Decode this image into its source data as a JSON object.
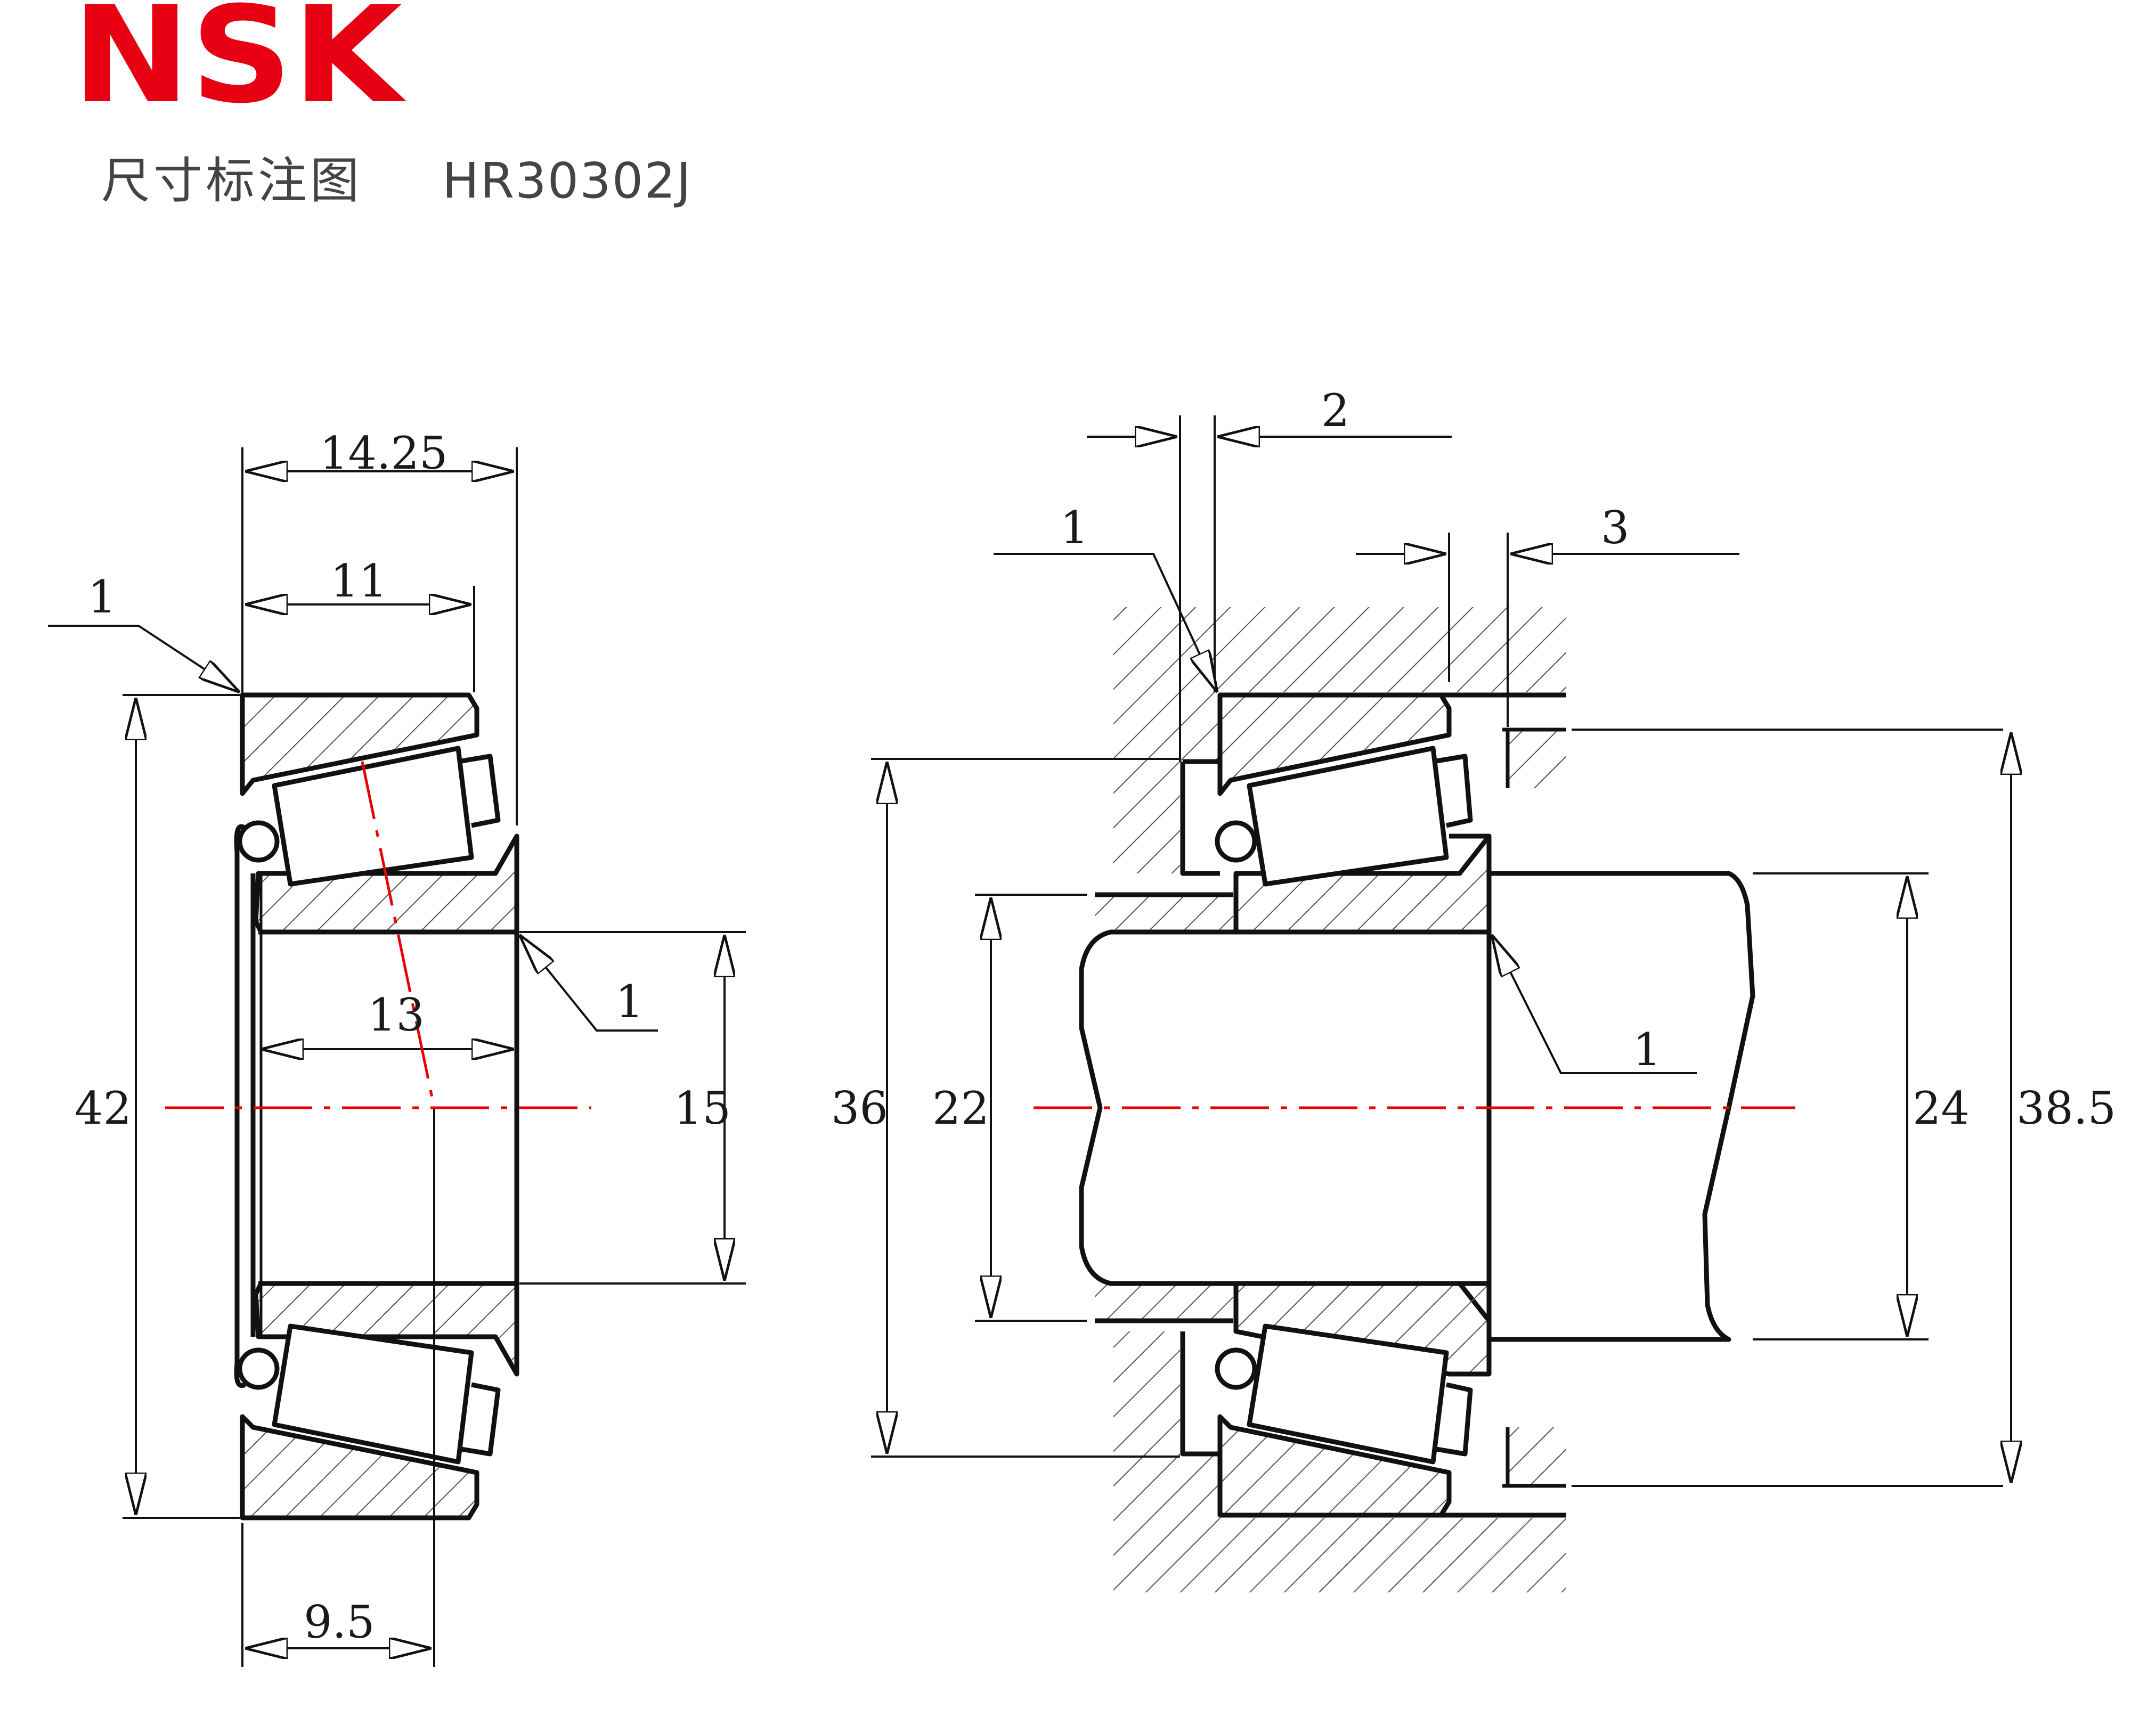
{
  "header": {
    "brand": "NSK",
    "title": "尺寸标注图",
    "model": "HR30302J",
    "brand_color": "#e60012"
  },
  "colors": {
    "line": "#111111",
    "center_line": "#e60000",
    "hatch": "#555555"
  },
  "left_view": {
    "dims": {
      "width_total": "14.25",
      "width_cup": "11",
      "chamfer_outer": "1",
      "chamfer_inner": "1",
      "effective_center": "13",
      "outer_diameter": "42",
      "bore_diameter": "15",
      "stand_off": "9.5"
    }
  },
  "right_view": {
    "dims": {
      "fillet_housing_axial": "2",
      "fillet_housing": "1",
      "abutment_housing_gap": "3",
      "fillet_shaft": "1",
      "housing_abutment_dia": "36",
      "shaft_abutment_dia": "22",
      "shaft_dia": "24",
      "housing_shoulder_dia": "38.5"
    }
  }
}
